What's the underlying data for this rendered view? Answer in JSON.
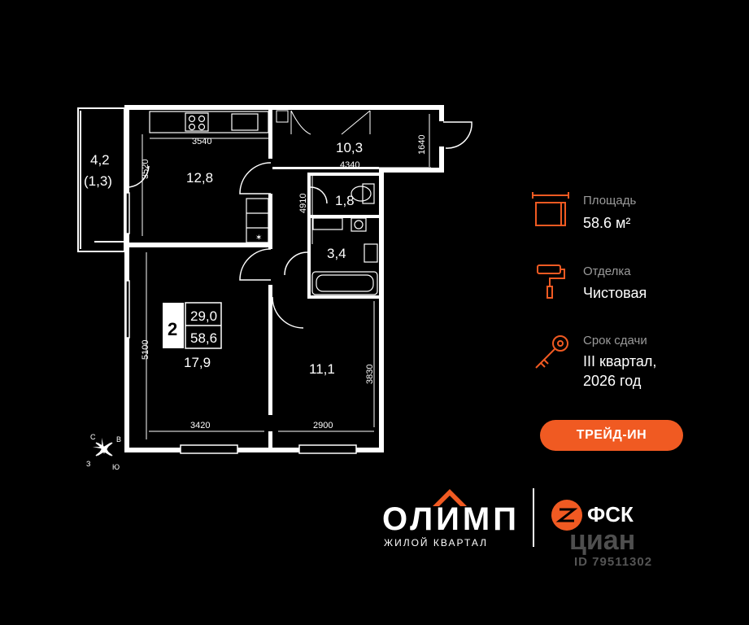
{
  "plan": {
    "rooms": {
      "balcony_area": "4,2",
      "balcony_reduced": "(1,3)",
      "kitchen": "12,8",
      "hall": "10,3",
      "wc": "1,8",
      "bathroom": "3,4",
      "living": "17,9",
      "bedroom": "11,1"
    },
    "dims": {
      "d3540": "3540",
      "d3520": "3520",
      "d1640": "1640",
      "d4340": "4340",
      "d4910": "4910",
      "d5100": "5100",
      "d3830": "3830",
      "d3420": "3420",
      "d2900": "2900"
    },
    "badge": {
      "rooms_count": "2",
      "living_area": "29,0",
      "total_area": "58,6"
    },
    "compass": {
      "n": "С",
      "e": "В",
      "s": "Ю",
      "w": "З"
    }
  },
  "info": {
    "area_label": "Площадь",
    "area_value": "58.6 м²",
    "finish_label": "Отделка",
    "finish_value": "Чистовая",
    "deadline_label": "Срок сдачи",
    "deadline_line1": "III квартал,",
    "deadline_line2": "2026 год"
  },
  "cta": {
    "trade_in": "ТРЕЙД-ИН"
  },
  "brand": {
    "olimp": "ОЛИМП",
    "olimp_sub": "ЖИЛОЙ КВАРТАЛ",
    "fsk": "ФСК",
    "accent": "#f05a22"
  },
  "watermark": {
    "cian": "циан",
    "id": "ID 79511302"
  }
}
